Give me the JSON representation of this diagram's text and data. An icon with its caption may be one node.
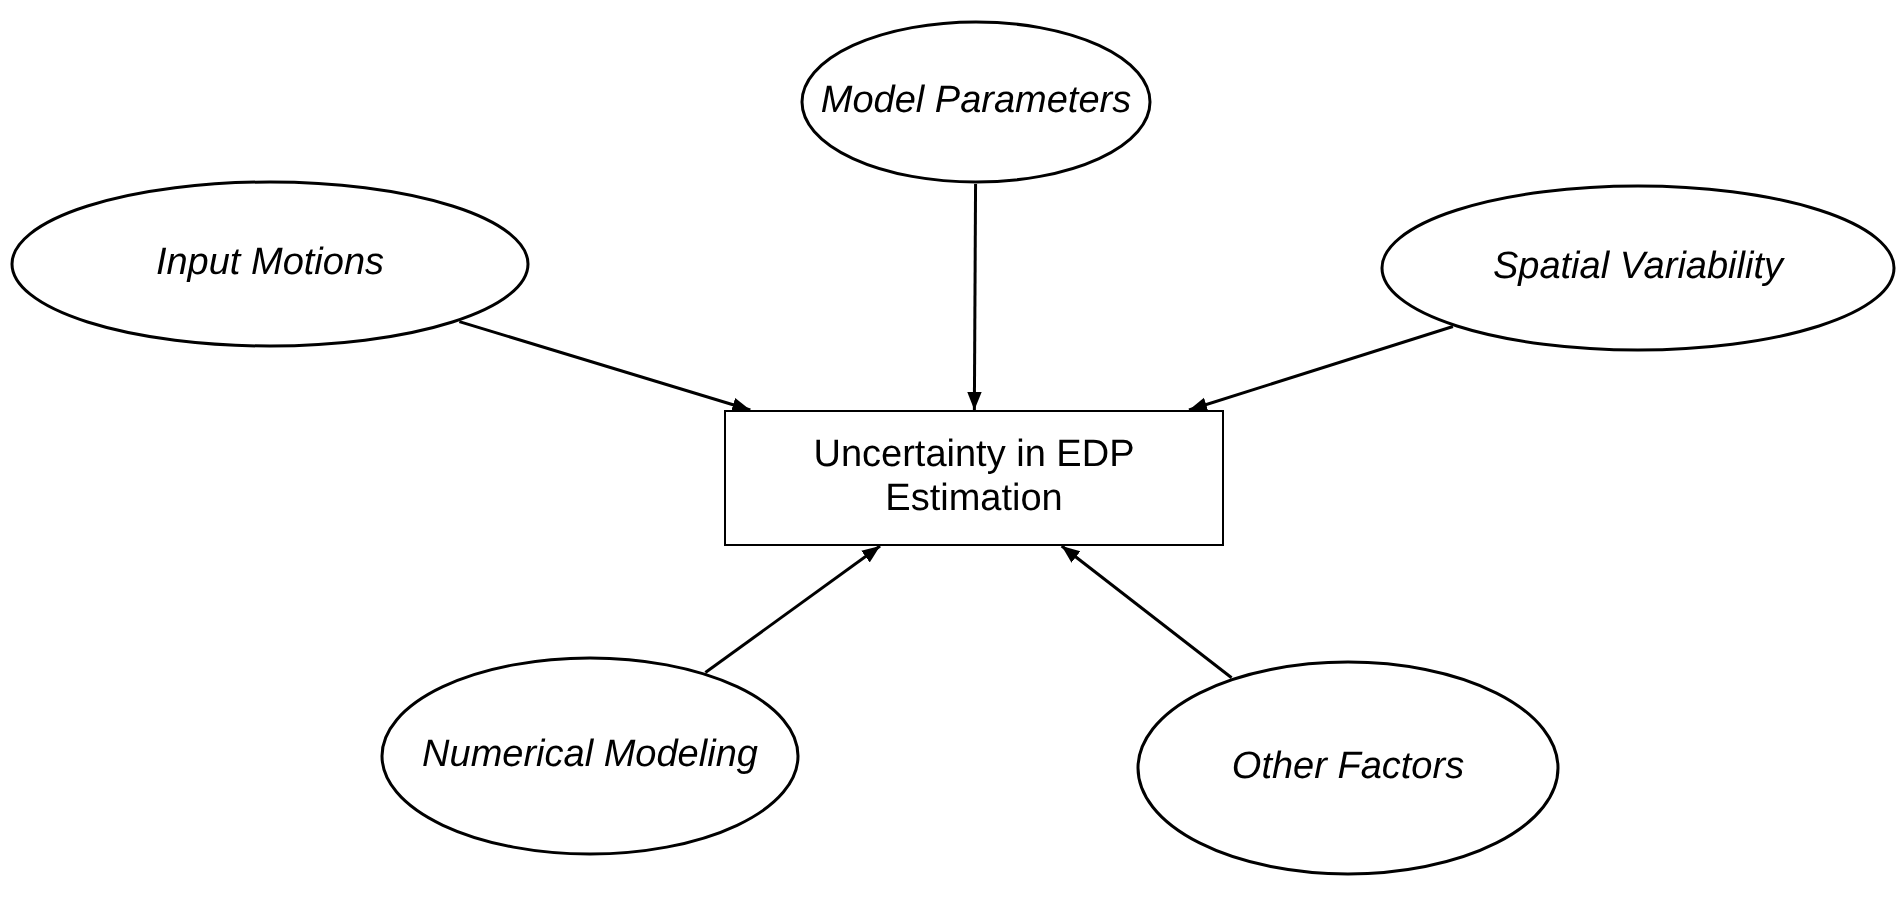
{
  "diagram": {
    "nodes": [
      {
        "text": [
          "Model Parameters"
        ]
      },
      {
        "text": [
          "Input Motions"
        ]
      },
      {
        "text": [
          "Spatial Variability"
        ]
      },
      {
        "text": [
          "Uncertainty in EDP Estimation"
        ]
      },
      {
        "text": [
          "Numerical Modeling"
        ]
      },
      {
        "text": [
          "Other Factors"
        ]
      }
    ],
    "edges": [
      {
        "from": 0,
        "to": 3,
        "arrow": "to"
      },
      {
        "from": 1,
        "to": 3,
        "arrow": "to"
      },
      {
        "from": 2,
        "to": 3,
        "arrow": "to"
      },
      {
        "from": 4,
        "to": 3,
        "arrow": "to"
      },
      {
        "from": 5,
        "to": 3,
        "arrow": "to"
      }
    ]
  }
}
